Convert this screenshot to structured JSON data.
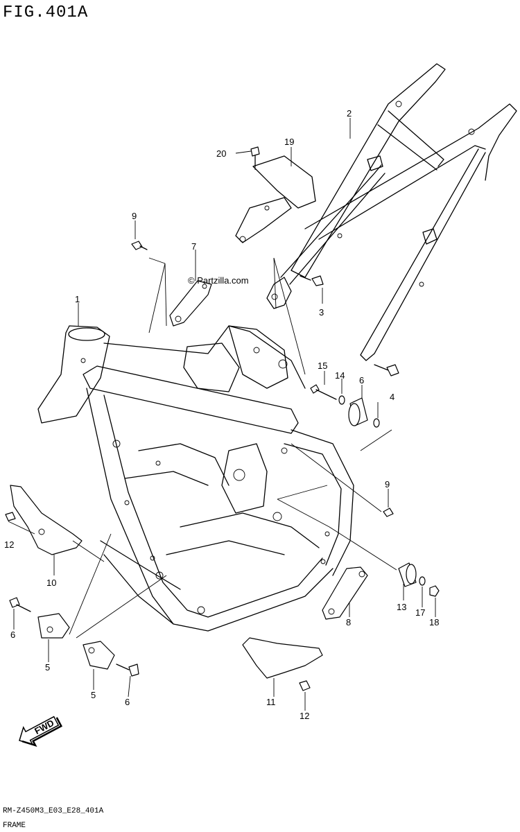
{
  "header": {
    "figure_title": "FIG.401A"
  },
  "watermark": {
    "text": "© Partzilla.com"
  },
  "callouts": {
    "c1": "1",
    "c2": "2",
    "c3": "3",
    "c4": "4",
    "c5a": "5",
    "c5b": "5",
    "c6a": "6",
    "c6b": "6",
    "c6c": "6",
    "c7": "7",
    "c8": "8",
    "c9a": "9",
    "c9b": "9",
    "c10": "10",
    "c11": "11",
    "c12a": "12",
    "c12b": "12",
    "c13": "13",
    "c14": "14",
    "c15": "15",
    "c17": "17",
    "c18": "18",
    "c19": "19",
    "c20": "20"
  },
  "fwd_badge": {
    "text": "FWD"
  },
  "footer": {
    "model_code": "RM-Z450M3_E03_E28_401A",
    "section_name": "FRAME"
  }
}
